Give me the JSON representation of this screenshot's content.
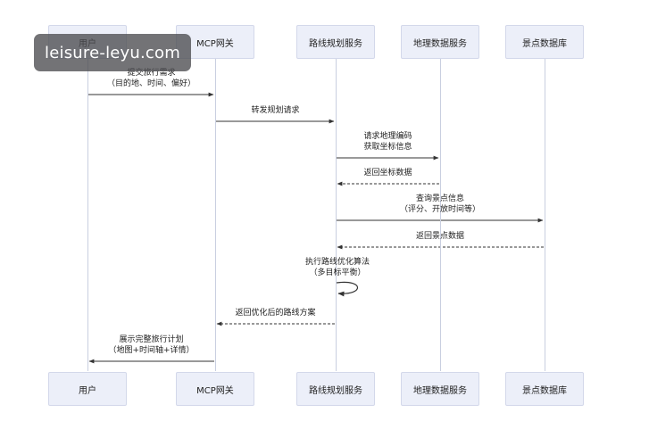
{
  "participants": [
    {
      "id": "user",
      "label": "用户"
    },
    {
      "id": "gateway",
      "label": "MCP网关"
    },
    {
      "id": "route",
      "label": "路线规划服务"
    },
    {
      "id": "geo",
      "label": "地理数据服务"
    },
    {
      "id": "poi",
      "label": "景点数据库"
    }
  ],
  "messages": [
    {
      "from": "user",
      "to": "gateway",
      "lines": [
        "提交旅行需求",
        "（目的地、时间、偏好）"
      ],
      "style": "solid"
    },
    {
      "from": "gateway",
      "to": "route",
      "lines": [
        "转发规划请求"
      ],
      "style": "solid"
    },
    {
      "from": "route",
      "to": "geo",
      "lines": [
        "请求地理编码",
        "获取坐标信息"
      ],
      "style": "solid"
    },
    {
      "from": "geo",
      "to": "route",
      "lines": [
        "返回坐标数据"
      ],
      "style": "dashed"
    },
    {
      "from": "route",
      "to": "poi",
      "lines": [
        "查询景点信息",
        "（评分、开放时间等）"
      ],
      "style": "solid"
    },
    {
      "from": "poi",
      "to": "route",
      "lines": [
        "返回景点数据"
      ],
      "style": "dashed"
    },
    {
      "from": "route",
      "to": "route",
      "lines": [
        "执行路线优化算法",
        "（多目标平衡）"
      ],
      "style": "solid"
    },
    {
      "from": "route",
      "to": "gateway",
      "lines": [
        "返回优化后的路线方案"
      ],
      "style": "dashed"
    },
    {
      "from": "gateway",
      "to": "user",
      "lines": [
        "展示完整旅行计划",
        "（地图+时间轴+详情）"
      ],
      "style": "solid"
    }
  ],
  "watermark": "leisure-leyu.com",
  "colors": {
    "box_fill": "#eceff9",
    "box_border": "#d3d8ea",
    "lifeline": "#c9cfe0",
    "arrow": "#333333"
  }
}
